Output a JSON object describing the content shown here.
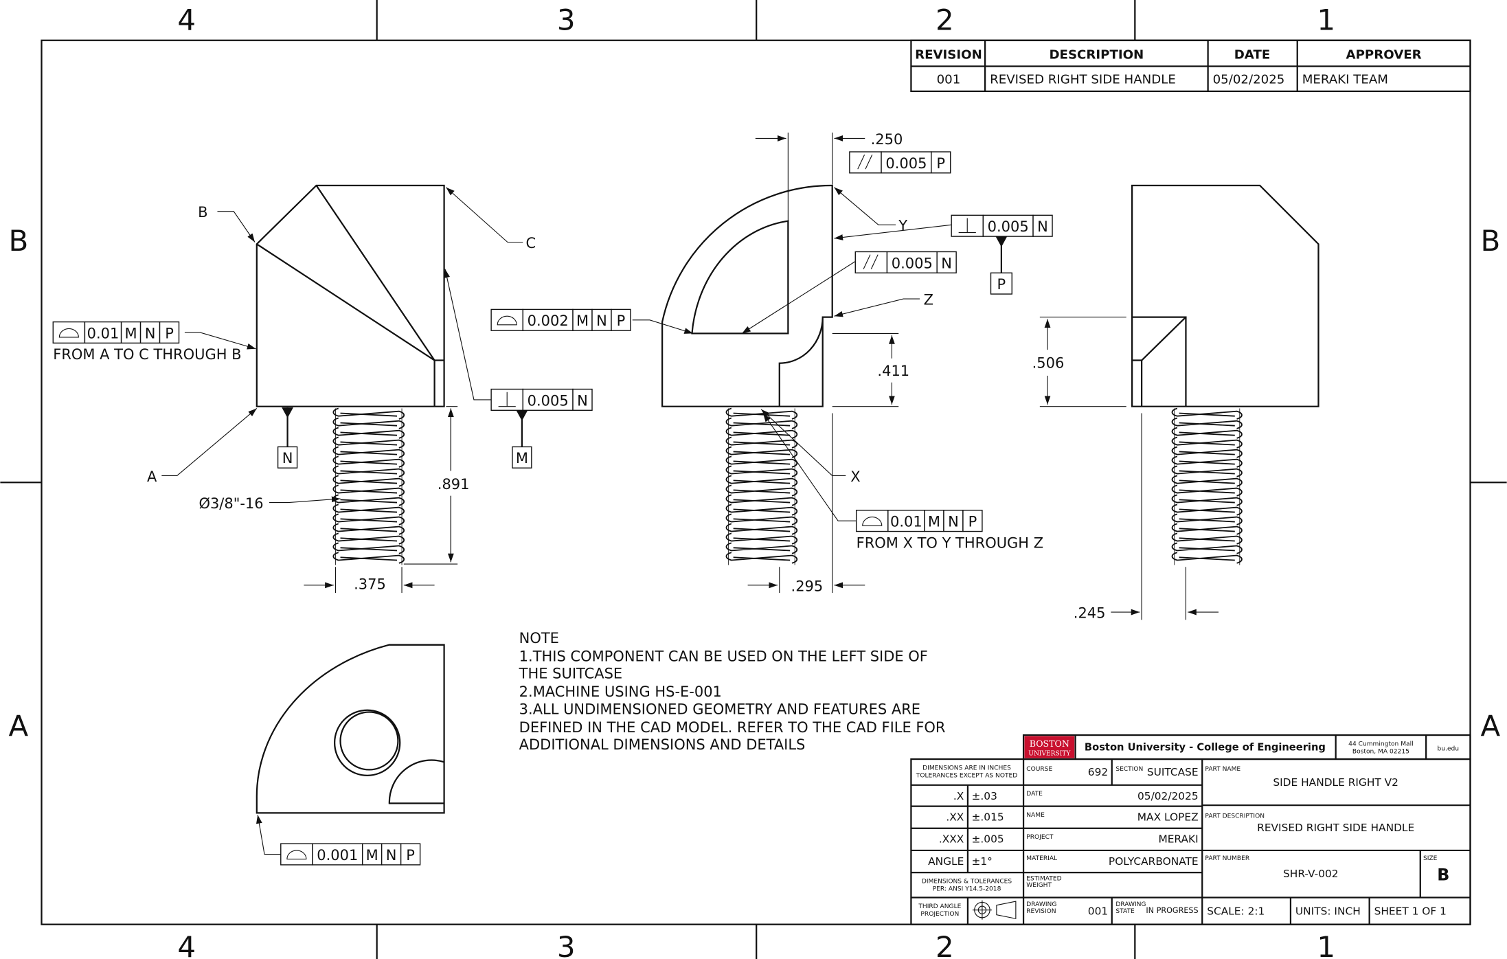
{
  "zones": {
    "columns": [
      "4",
      "3",
      "2",
      "1"
    ],
    "rows": [
      "B",
      "A"
    ]
  },
  "revision_table": {
    "headers": [
      "REVISION",
      "DESCRIPTION",
      "DATE",
      "APPROVER"
    ],
    "row": [
      "001",
      "REVISED RIGHT SIDE HANDLE",
      "05/02/2025",
      "MERAKI TEAM"
    ]
  },
  "labels": {
    "B": "B",
    "C": "C",
    "A": "A",
    "Y": "Y",
    "Z": "Z",
    "X": "X",
    "thread": "Ø3/8\"-16"
  },
  "datums": {
    "N1": "N",
    "M": "M",
    "P": "P"
  },
  "dimensions": {
    "d250": ".250",
    "d411": ".411",
    "d891": ".891",
    "d375": ".375",
    "d295": ".295",
    "d506": ".506",
    "d245": ".245"
  },
  "fcf": [
    {
      "name": "profile-frame-left",
      "sym": "profile",
      "cells": [
        "0.01",
        "M",
        "N",
        "P"
      ],
      "note": "FROM A TO C THROUGH B"
    },
    {
      "name": "profile-frame-middle",
      "sym": "profile",
      "cells": [
        "0.002",
        "M",
        "N",
        "P"
      ]
    },
    {
      "name": "perpendicularity-frame-left",
      "sym": "perp",
      "cells": [
        "0.005",
        "N"
      ]
    },
    {
      "name": "parallelism-frame-top",
      "sym": "parallel",
      "cells": [
        "0.005",
        "P"
      ]
    },
    {
      "name": "perpendicularity-frame-right",
      "sym": "perp",
      "cells": [
        "0.005",
        "N"
      ]
    },
    {
      "name": "parallelism-frame-middle",
      "sym": "parallel",
      "cells": [
        "0.005",
        "N"
      ]
    },
    {
      "name": "profile-frame-x",
      "sym": "profile",
      "cells": [
        "0.01",
        "M",
        "N",
        "P"
      ],
      "note": "FROM X TO Y THROUGH Z"
    },
    {
      "name": "profile-frame-bottom",
      "sym": "profile",
      "cells": [
        "0.001",
        "M",
        "N",
        "P"
      ]
    }
  ],
  "notes": [
    "NOTE",
    "1.THIS COMPONENT CAN BE USED ON THE LEFT SIDE OF",
    "THE SUITCASE",
    "2.MACHINE USING HS-E-001",
    "3.ALL UNDIMENSIONED GEOMETRY AND FEATURES ARE",
    "DEFINED IN THE CAD MODEL. REFER TO THE CAD FILE FOR",
    "ADDITIONAL DIMENSIONS AND DETAILS"
  ],
  "title_block": {
    "logo_line1": "BOSTON",
    "logo_line2": "UNIVERSITY",
    "institution": "Boston University - College of Engineering",
    "address1": "44 Cummington Mall",
    "address2": "Boston, MA 02215",
    "website": "bu.edu",
    "dims_note1": "DIMENSIONS ARE IN INCHES",
    "dims_note2": "TOLERANCES EXCEPT AS NOTED",
    "tolerances": [
      [
        "X",
        ".X",
        "±.03"
      ],
      [
        "XX",
        ".XX",
        "±.015"
      ],
      [
        "XXX",
        ".XXX",
        "±.005"
      ],
      [
        "ANGLE",
        "ANGLE",
        "±1°"
      ]
    ],
    "standard1": "DIMENSIONS & TOLERANCES",
    "standard2": "PER: ANSI Y14.5-2018",
    "projection1": "THIRD ANGLE",
    "projection2": "PROJECTION",
    "course_label": "COURSE",
    "course": "692",
    "section_label": "SECTION",
    "section": "SUITCASE",
    "date_label": "DATE",
    "date": "05/02/2025",
    "name_label": "NAME",
    "name": "MAX LOPEZ",
    "project_label": "PROJECT",
    "project": "MERAKI",
    "material_label": "MATERIAL",
    "material": "POLYCARBONATE",
    "weight_label1": "ESTIMATED",
    "weight_label2": "WEIGHT",
    "rev_label1": "DRAWING",
    "rev_label2": "REVISION",
    "revision": "001",
    "state_label1": "DRAWING",
    "state_label2": "STATE",
    "state": "IN PROGRESS",
    "part_name_label": "PART NAME",
    "part_name": "SIDE HANDLE RIGHT V2",
    "part_desc_label": "PART DESCRIPTION",
    "part_desc": "REVISED RIGHT SIDE HANDLE",
    "part_number_label": "PART NUMBER",
    "part_number": "SHR-V-002",
    "size_label": "SIZE",
    "size": "B",
    "scale": "SCALE: 2:1",
    "units": "UNITS: INCH",
    "sheet": "SHEET 1 OF 1"
  },
  "colors": {
    "logo_red": "#c8102e",
    "line": "#111111"
  }
}
